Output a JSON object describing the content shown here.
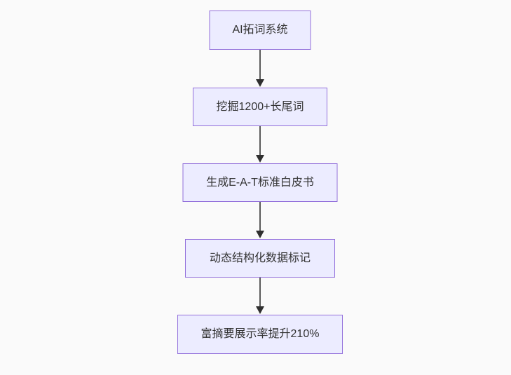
{
  "canvas": {
    "background": "#fafafa"
  },
  "diagram": {
    "type": "flowchart",
    "direction": "top-down",
    "colors": {
      "node_fill": "#ECECFF",
      "node_border": "#9370DB",
      "text": "#333333",
      "edge_line": "#5a5a5a",
      "arrowhead": "#2f2f2f"
    },
    "nodes": [
      {
        "id": "n1",
        "label": "AI拓词系统"
      },
      {
        "id": "n2",
        "label": "挖掘1200+长尾词"
      },
      {
        "id": "n3",
        "label": "生成E-A-T标准白皮书"
      },
      {
        "id": "n4",
        "label": "动态结构化数据标记"
      },
      {
        "id": "n5",
        "label": "富摘要展示率提升210%"
      }
    ],
    "edges": [
      {
        "from": "n1",
        "to": "n2",
        "arrow": "down"
      },
      {
        "from": "n2",
        "to": "n3",
        "arrow": "down"
      },
      {
        "from": "n3",
        "to": "n4",
        "arrow": "down"
      },
      {
        "from": "n4",
        "to": "n5",
        "arrow": "down"
      }
    ]
  }
}
